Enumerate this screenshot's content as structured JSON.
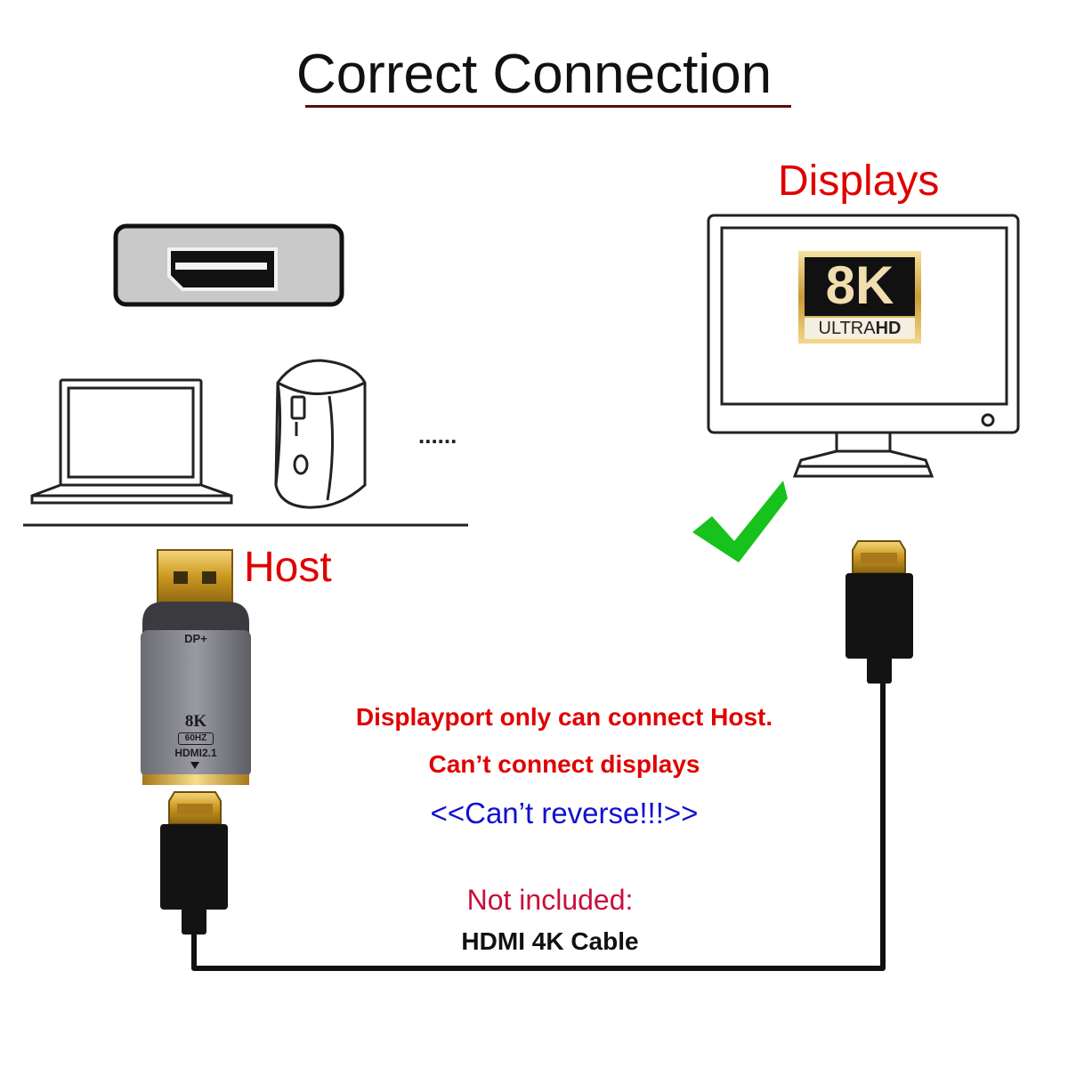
{
  "title": "Correct Connection",
  "labels": {
    "displays": "Displays",
    "host": "Host",
    "more_devices": "......"
  },
  "badge": {
    "big": "8K",
    "small_regular": "ULTRA",
    "small_bold": "HD"
  },
  "adapter": {
    "port_label": "DP+",
    "spec_resolution": "8K",
    "spec_rate": "60HZ",
    "spec_interface": "HDMI2.1"
  },
  "notes": {
    "line1": "Displayport only can connect Host.",
    "line2": "Can’t connect displays",
    "line3": "<<Can’t reverse!!!>>",
    "not_included": "Not included:",
    "cable": "HDMI 4K Cable"
  },
  "colors": {
    "red": "#e00000",
    "blue": "#1010d0",
    "crimson": "#c8103c",
    "check": "#17c21c",
    "gold": "#d6a52a"
  },
  "icons": [
    "displayport-socket-icon",
    "laptop-icon",
    "desktop-tower-icon",
    "monitor-icon",
    "checkmark-icon",
    "dp-to-hdmi-adapter-icon",
    "hdmi-plug-icon",
    "hdmi-cable-icon"
  ]
}
